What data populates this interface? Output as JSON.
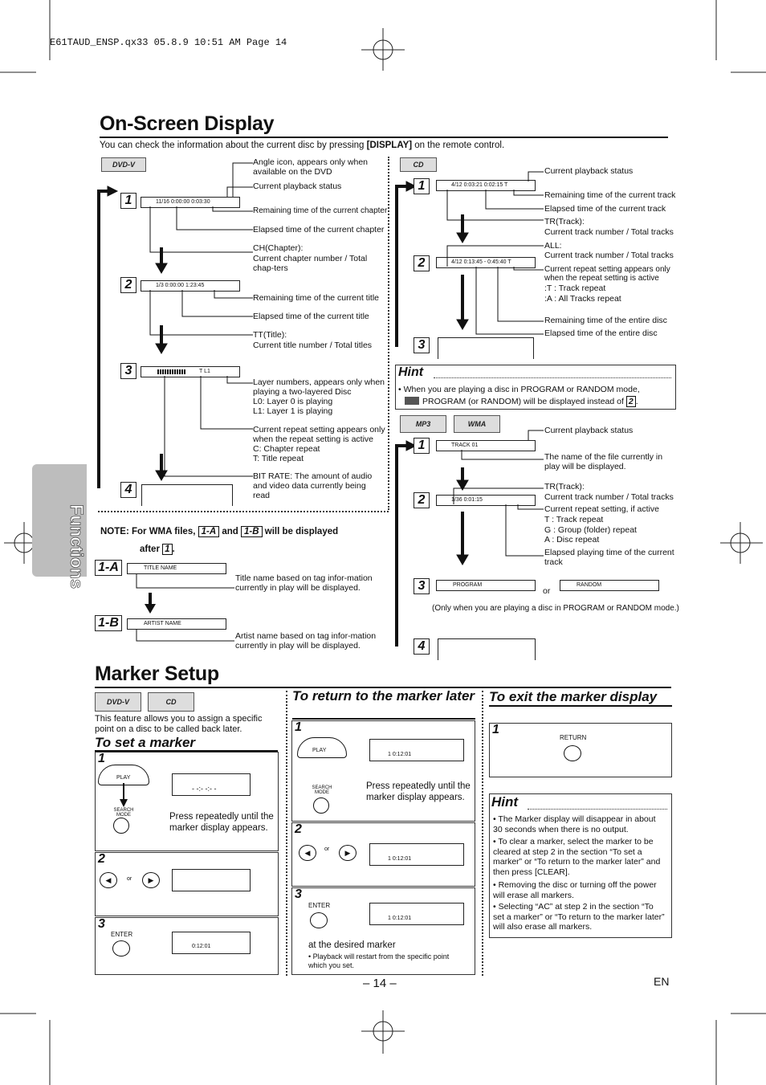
{
  "header": {
    "file_line": "E61TAUD_ENSP.qx33  05.8.9  10:51 AM  Page 14"
  },
  "side_tab": {
    "label": "Functions"
  },
  "osd": {
    "title": "On-Screen Display",
    "intro_before": "You can check the information about the current disc by pressing ",
    "intro_key": "[DISPLAY]",
    "intro_after": " on the remote control.",
    "dvd": {
      "logo": "DVD-V",
      "steps": [
        "1",
        "2",
        "3",
        "4"
      ],
      "screen1": "11/16  0:00:00  0:03:30",
      "screen2": "1/3   0:00:00  1:23:45",
      "screen3": "T  L1",
      "labels": {
        "angle": "Angle icon, appears only when available on the DVD",
        "status": "Current playback status",
        "rem_chapter": "Remaining time of the current chapter",
        "el_chapter": "Elapsed time of the current chapter",
        "ch1": "CH(Chapter):",
        "ch2": "Current chapter number / Total chap-ters",
        "rem_title": "Remaining time of the current title",
        "el_title": "Elapsed time of the current title",
        "tt1": "TT(Title):",
        "tt2": "Current title number / Total titles",
        "layer": "Layer numbers, appears only when playing a two-layered Disc\nL0: Layer 0 is playing\nL1: Layer 1 is playing",
        "repeat": "Current repeat setting appears only when the repeat setting is active\nC: Chapter repeat\nT: Title repeat",
        "bitrate": "BIT RATE: The amount of audio and video data currently being read"
      }
    },
    "cd": {
      "logo": "CD",
      "steps": [
        "1",
        "2",
        "3"
      ],
      "screen1": "4/12  0:03:21   0:02:15   T",
      "screen2": "4/12  0:13:45 - 0:45:40  T",
      "labels": {
        "status": "Current playback status",
        "rem_track": "Remaining time of the current track",
        "el_track": "Elapsed time of the current track",
        "tr1": "TR(Track):",
        "tr2": "Current track number / Total tracks",
        "all1": "ALL:",
        "all2": "Current track number / Total tracks",
        "repeat": "Current repeat setting appears only when the repeat setting is active",
        "rep_t": ":T      : Track repeat",
        "rep_a": ":A      : All Tracks repeat",
        "rem_disc": "Remaining time of the entire disc",
        "el_disc": "Elapsed time of the entire disc"
      }
    },
    "hint": {
      "title": "Hint",
      "line1": "• When you are playing a disc in PROGRAM or RANDOM mode,",
      "line2": "PROGRAM (or RANDOM) will be displayed instead of"
    },
    "mp3": {
      "logo_mp3": "MP3",
      "logo_wma": "WMA",
      "steps": [
        "1",
        "2",
        "3",
        "4"
      ],
      "screen1": "TRACK 01",
      "screen2": "1/36   0:01:15",
      "program": "PROGRAM",
      "random": "RANDOM",
      "or": "or",
      "labels": {
        "status": "Current playback status",
        "name": "The name of the file currently in play will be displayed.",
        "tr1": "TR(Track):",
        "tr2": "Current track number / Total tracks",
        "repeat": "Current repeat setting, if active",
        "rep_t": "T  : Track repeat",
        "rep_g": "G  : Group (folder) repeat",
        "rep_a": "A  : Disc repeat",
        "elapsed": "Elapsed playing time of the current track",
        "only": "(Only when you are playing a disc in PROGRAM or RANDOM mode.)"
      }
    },
    "note": {
      "label": "NOTE:",
      "text1": "For WMA files,",
      "b1": "1-A",
      "and": "and",
      "b2": "1-B",
      "text2": "will be displayed",
      "after": "after"
    },
    "wma": {
      "a_label": "1-A",
      "b_label": "1-B",
      "title_name": "TITLE NAME",
      "artist_name": "ARTIST NAME",
      "a_desc": "Title name based on tag infor-mation currently in play will be displayed.",
      "b_desc": "Artist name based on tag infor-mation currently in play will be displayed."
    }
  },
  "marker": {
    "title": "Marker Setup",
    "logo_dvd": "DVD-V",
    "logo_cd": "CD",
    "intro": "This feature allows you to assign a specific point on a disc to be called back later.",
    "set": {
      "title": "To set a marker",
      "play": "PLAY",
      "search": "SEARCH MODE",
      "enter": "ENTER",
      "or": "or",
      "press": "Press repeatedly until the marker display appears.",
      "time": "0:12:01",
      "dashes": "- -:- -:- -"
    },
    "ret": {
      "title": "To return to the marker later",
      "play": "PLAY",
      "search": "SEARCH MODE",
      "enter": "ENTER",
      "or": "or",
      "press": "Press repeatedly until the marker display appears.",
      "time": "1  0:12:01",
      "desired": "at the desired marker",
      "restart": "• Playback will restart from the specific point which you set."
    },
    "exit": {
      "title": "To exit the marker display",
      "return": "RETURN"
    },
    "hint": {
      "title": "Hint",
      "items": [
        "• The Marker display will disappear in about 30 seconds when there is no output.",
        "• To clear a marker, select the marker to be cleared at step 2 in the section “To set a marker” or “To return to the marker later” and then press [CLEAR].",
        "• Removing the disc or turning off the power will erase all markers.",
        "• Selecting “AC” at step 2 in the section “To set a marker” or “To return to the marker later” will also erase all markers."
      ]
    }
  },
  "footer": {
    "page": "– 14 –",
    "lang": "EN"
  },
  "step_nums": [
    "1",
    "2",
    "3"
  ]
}
